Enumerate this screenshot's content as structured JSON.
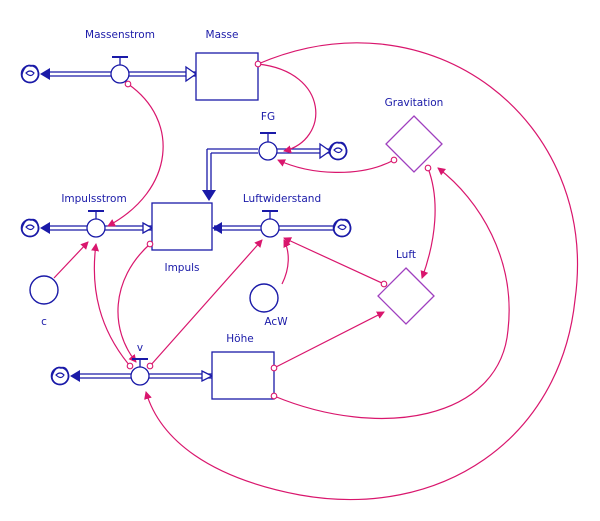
{
  "colors": {
    "blue": "#1a1aa8",
    "link": "#d9166d",
    "pipe": "#1a1aa8"
  },
  "stocks": {
    "masse": "Masse",
    "impuls": "Impuls",
    "hoehe": "Höhe"
  },
  "flows": {
    "massenstrom": "Massenstrom",
    "fg": "FG",
    "impulsstrom": "Impulsstrom",
    "luftwiderstand": "Luftwiderstand",
    "v": "v"
  },
  "converters": {
    "gravitation": "Gravitation",
    "luft": "Luft",
    "c": "c",
    "acw": "AcW"
  },
  "icons": {
    "cloud": "cloud-icon",
    "valve": "valve-icon",
    "converter": "converter-icon"
  }
}
